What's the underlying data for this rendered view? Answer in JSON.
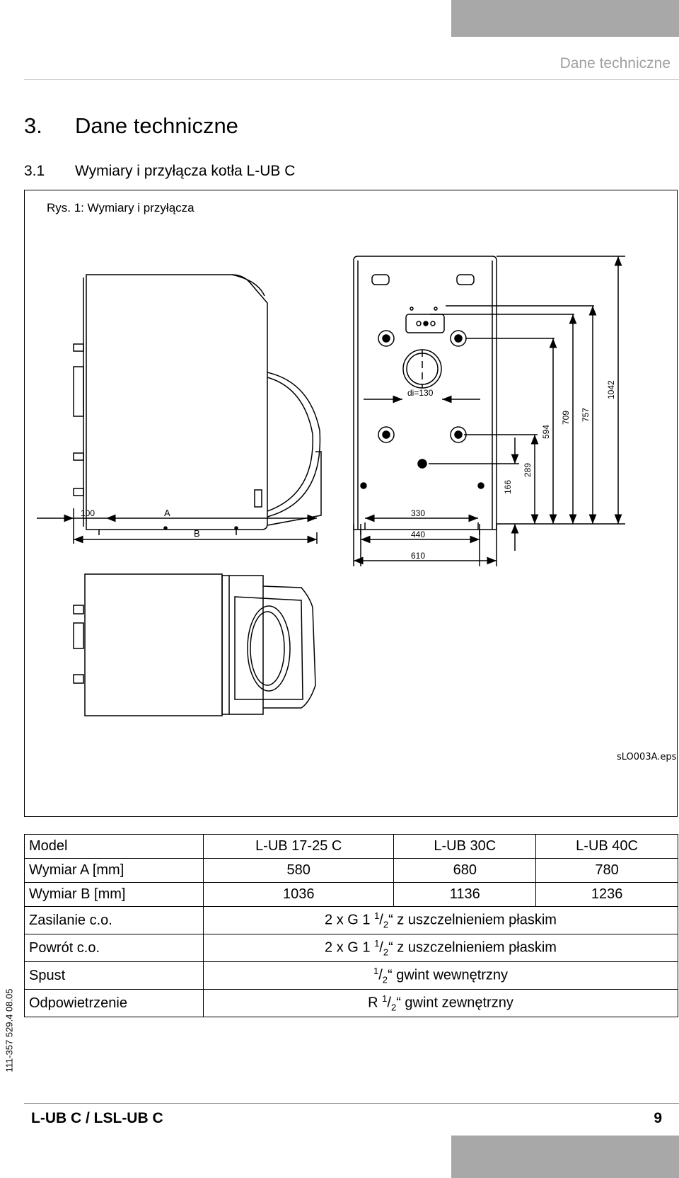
{
  "header": {
    "running_head": "Dane techniczne"
  },
  "section": {
    "number": "3.",
    "title": "Dane techniczne"
  },
  "subsection": {
    "number": "3.1",
    "title": "Wymiary i przyłącza kotła L-UB C"
  },
  "figure": {
    "caption": "Rys. 1:  Wymiary i przyłącza",
    "file_label": "sLO003A.eps",
    "dim_labels": {
      "a": "100",
      "b": "A",
      "c": "B",
      "d": "330",
      "e": "440",
      "f": "610",
      "g": "di=130",
      "h": "166",
      "i": "289",
      "j": "594",
      "k": "709",
      "l": "757",
      "m": "1042"
    }
  },
  "table": {
    "header": [
      "Model",
      "L-UB 17-25 C",
      "L-UB 30C",
      "L-UB 40C"
    ],
    "rows": [
      [
        "Wymiar A [mm]",
        "580",
        "680",
        "780"
      ],
      [
        "Wymiar B [mm]",
        "1036",
        "1136",
        "1236"
      ]
    ],
    "span_rows": [
      {
        "label": "Zasilanie c.o.",
        "pre": "2 x G 1 ",
        "num": "1",
        "den": "2",
        "post": "“ z uszczelnieniem płaskim"
      },
      {
        "label": "Powrót c.o.",
        "pre": "2 x G 1 ",
        "num": "1",
        "den": "2",
        "post": "“ z uszczelnieniem płaskim"
      },
      {
        "label": "Spust",
        "pre": "",
        "num": "1",
        "den": "2",
        "post": "“ gwint wewnętrzny"
      },
      {
        "label": "Odpowietrzenie",
        "pre": "R ",
        "num": "1",
        "den": "2",
        "post": "“ gwint zewnętrzny"
      }
    ]
  },
  "side_code": "111-357 529.4 08.05",
  "footer": {
    "left": "L-UB C / LSL-UB C",
    "page": "9"
  }
}
